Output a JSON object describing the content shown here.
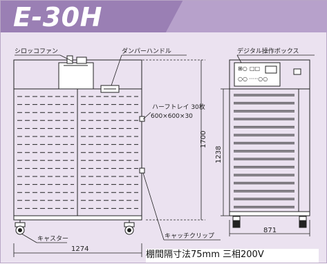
{
  "title": "E-30H",
  "labels": {
    "sirocco_fan": "シロッコファン",
    "damper_handle": "ダンパーハンドル",
    "digital_panel": "デジタル操作ボックス",
    "half_tray_line1": "ハーフトレイ 30枚",
    "half_tray_line2": "600×600×30",
    "caster": "キャスター",
    "catch_clip": "キャッチクリップ"
  },
  "dimensions": {
    "front_width": "1274",
    "height": "1700",
    "inner_height": "1238",
    "side_depth": "871"
  },
  "footer": "棚間隔寸法75mm  三相200V",
  "colors": {
    "title_band": "#9a7fb4",
    "frame_bg": "#ebe2f0",
    "line": "#222222"
  }
}
